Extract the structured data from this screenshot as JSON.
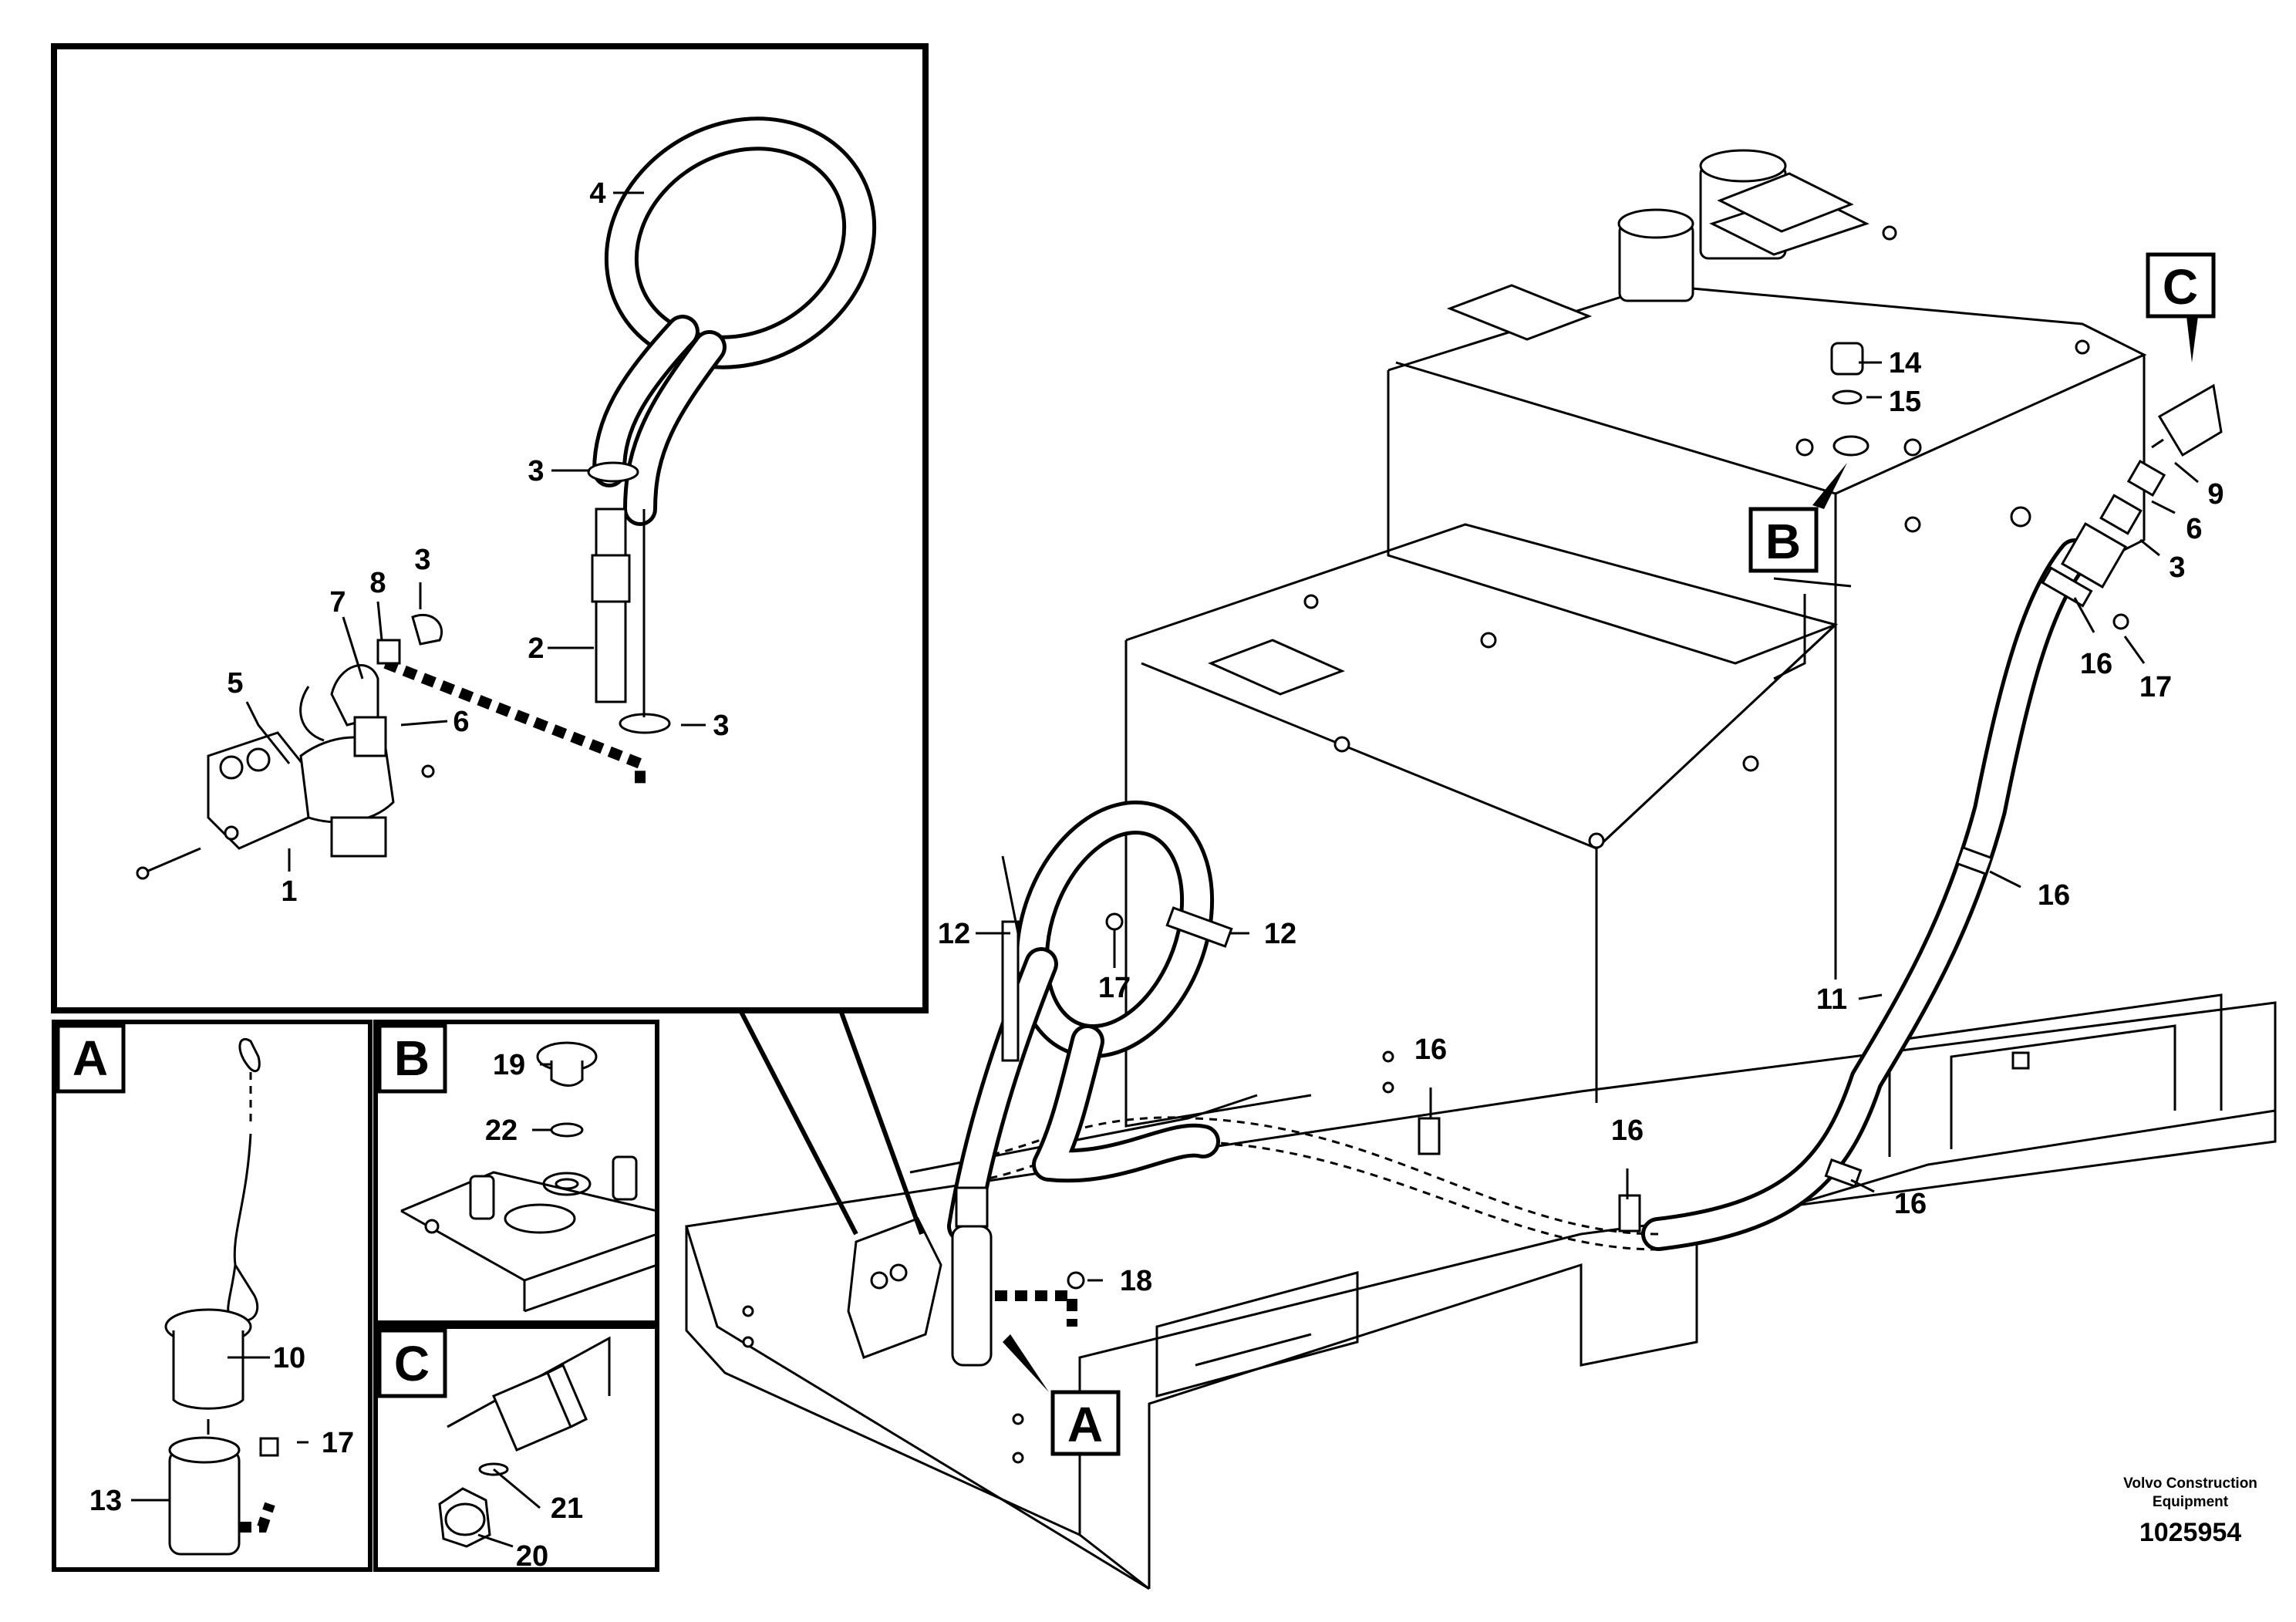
{
  "footer": {
    "brand_line1": "Volvo Construction",
    "brand_line2": "Equipment",
    "doc_number": "1025954"
  },
  "view_labels": {
    "a": "A",
    "b": "B",
    "c": "C"
  },
  "callouts": {
    "detail": {
      "n1": "1",
      "n2": "2",
      "n3a": "3",
      "n3b": "3",
      "n3c": "3",
      "n4": "4",
      "n5": "5",
      "n6": "6",
      "n7": "7",
      "n8": "8"
    },
    "inset_a": {
      "n10": "10",
      "n13": "13",
      "n17": "17"
    },
    "inset_b": {
      "n19": "19",
      "n22": "22"
    },
    "inset_c": {
      "n20": "20",
      "n21": "21"
    },
    "main": {
      "n3": "3",
      "n6": "6",
      "n9": "9",
      "n11": "11",
      "n12a": "12",
      "n12b": "12",
      "n14": "14",
      "n15": "15",
      "n16a": "16",
      "n16b": "16",
      "n16c": "16",
      "n16d": "16",
      "n16e": "16",
      "n17a": "17",
      "n17b": "17",
      "n18": "18"
    }
  }
}
